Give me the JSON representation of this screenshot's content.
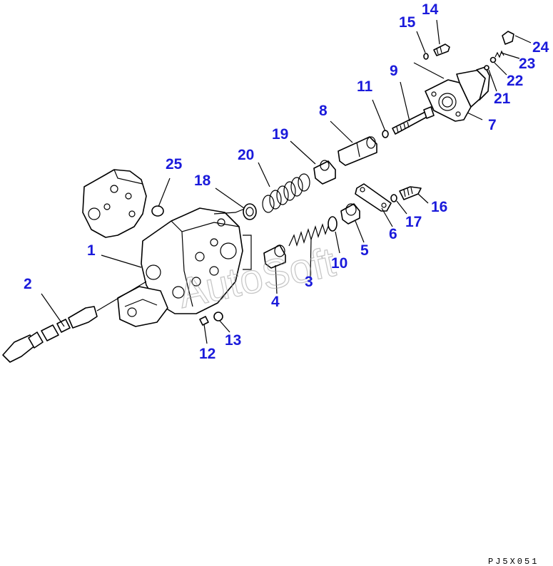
{
  "callouts": [
    {
      "label": "1"
    },
    {
      "label": "2"
    },
    {
      "label": "3"
    },
    {
      "label": "4"
    },
    {
      "label": "5"
    },
    {
      "label": "6"
    },
    {
      "label": "7"
    },
    {
      "label": "8"
    },
    {
      "label": "9"
    },
    {
      "label": "10"
    },
    {
      "label": "11"
    },
    {
      "label": "12"
    },
    {
      "label": "13"
    },
    {
      "label": "14"
    },
    {
      "label": "15"
    },
    {
      "label": "16"
    },
    {
      "label": "17"
    },
    {
      "label": "18"
    },
    {
      "label": "19"
    },
    {
      "label": "20"
    },
    {
      "label": "21"
    },
    {
      "label": "22"
    },
    {
      "label": "23"
    },
    {
      "label": "24"
    },
    {
      "label": "25"
    }
  ],
  "watermark": "AutoSoft",
  "drawing_code": "PJ5X051",
  "colors": {
    "callout": "#1a1adb",
    "line": "#000000",
    "watermark": "#9a9a9a"
  }
}
